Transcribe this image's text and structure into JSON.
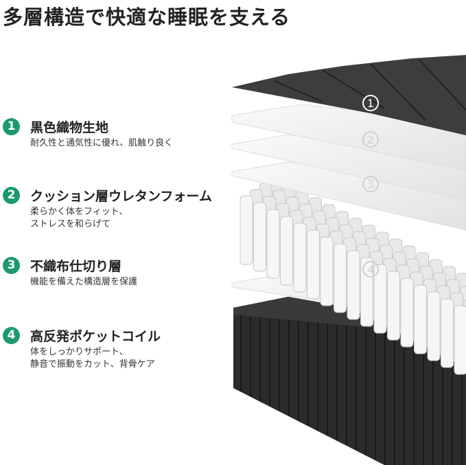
{
  "title": "多層構造で快適な睡眠を支える",
  "accent_color": "#1c9a6c",
  "features": [
    {
      "number": "1",
      "title": "黒色織物生地",
      "desc": "耐久性と通気性に優れ、肌触り良く"
    },
    {
      "number": "2",
      "title": "クッション層ウレタンフォーム",
      "desc": "柔らかく体をフィット、\nストレスを和らげて"
    },
    {
      "number": "3",
      "title": "不織布仕切り層",
      "desc": "機能を備えた構造層を保護"
    },
    {
      "number": "4",
      "title": "高反発ポケットコイル",
      "desc": "体をしっかりサポート、\n静音で振動をカット、背骨ケア"
    }
  ],
  "layer_markers": [
    "1",
    "2",
    "3",
    "4"
  ]
}
